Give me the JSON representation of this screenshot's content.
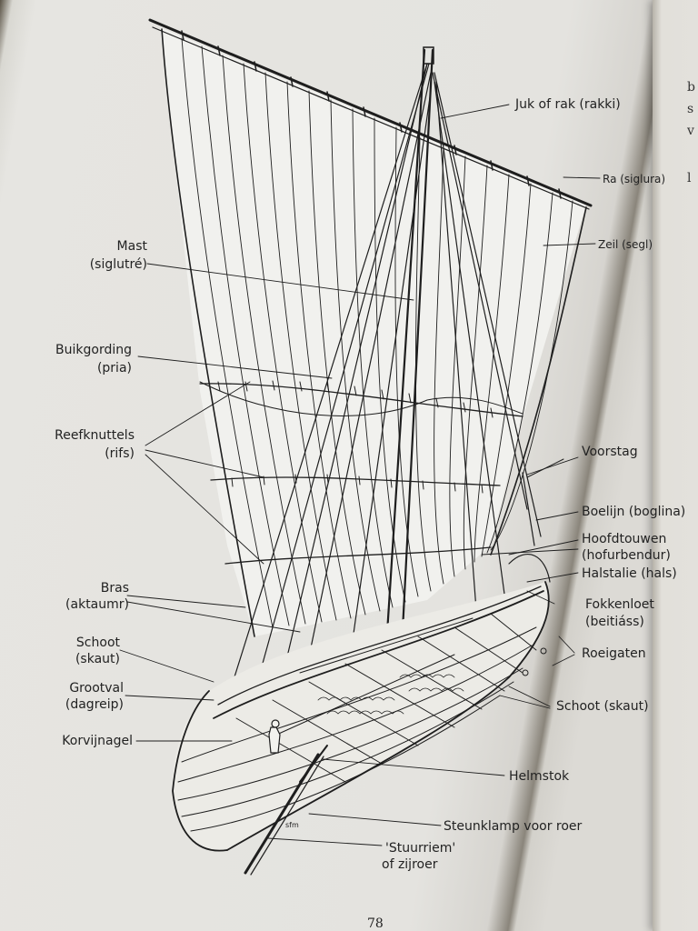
{
  "labels": {
    "juk": "Juk of rak (rakki)",
    "ra": "Ra (siglura)",
    "zeil": "Zeil (segl)",
    "mast_1": "Mast",
    "mast_2": "(siglutré)",
    "buik_1": "Buikgording",
    "buik_2": "(pria)",
    "reef_1": "Reefknuttels",
    "reef_2": "(rifs)",
    "voorstag": "Voorstag",
    "boelijn": "Boelijn (boglina)",
    "hoofd_1": "Hoofdtouwen",
    "hoofd_2": "(hofurbendur)",
    "halstalie": "Halstalie (hals)",
    "fokken_1": "Fokkenloet",
    "fokken_2": "(beitiáss)",
    "bras_1": "Bras",
    "bras_2": "(aktaumr)",
    "schoot_left_1": "Schoot",
    "schoot_left_2": "(skaut)",
    "roeigaten": "Roeigaten",
    "groot_1": "Grootval",
    "groot_2": "(dagreip)",
    "schoot_right": "Schoot (skaut)",
    "korvij": "Korvijnagel",
    "helmstok": "Helmstok",
    "steun": "Steunklamp voor roer",
    "stuur_1": "'Stuurriem'",
    "stuur_2": "of zijroer",
    "signature": "sfm"
  },
  "page_number": "78",
  "next_page_letters": [
    "b",
    "s",
    "v",
    "l"
  ]
}
